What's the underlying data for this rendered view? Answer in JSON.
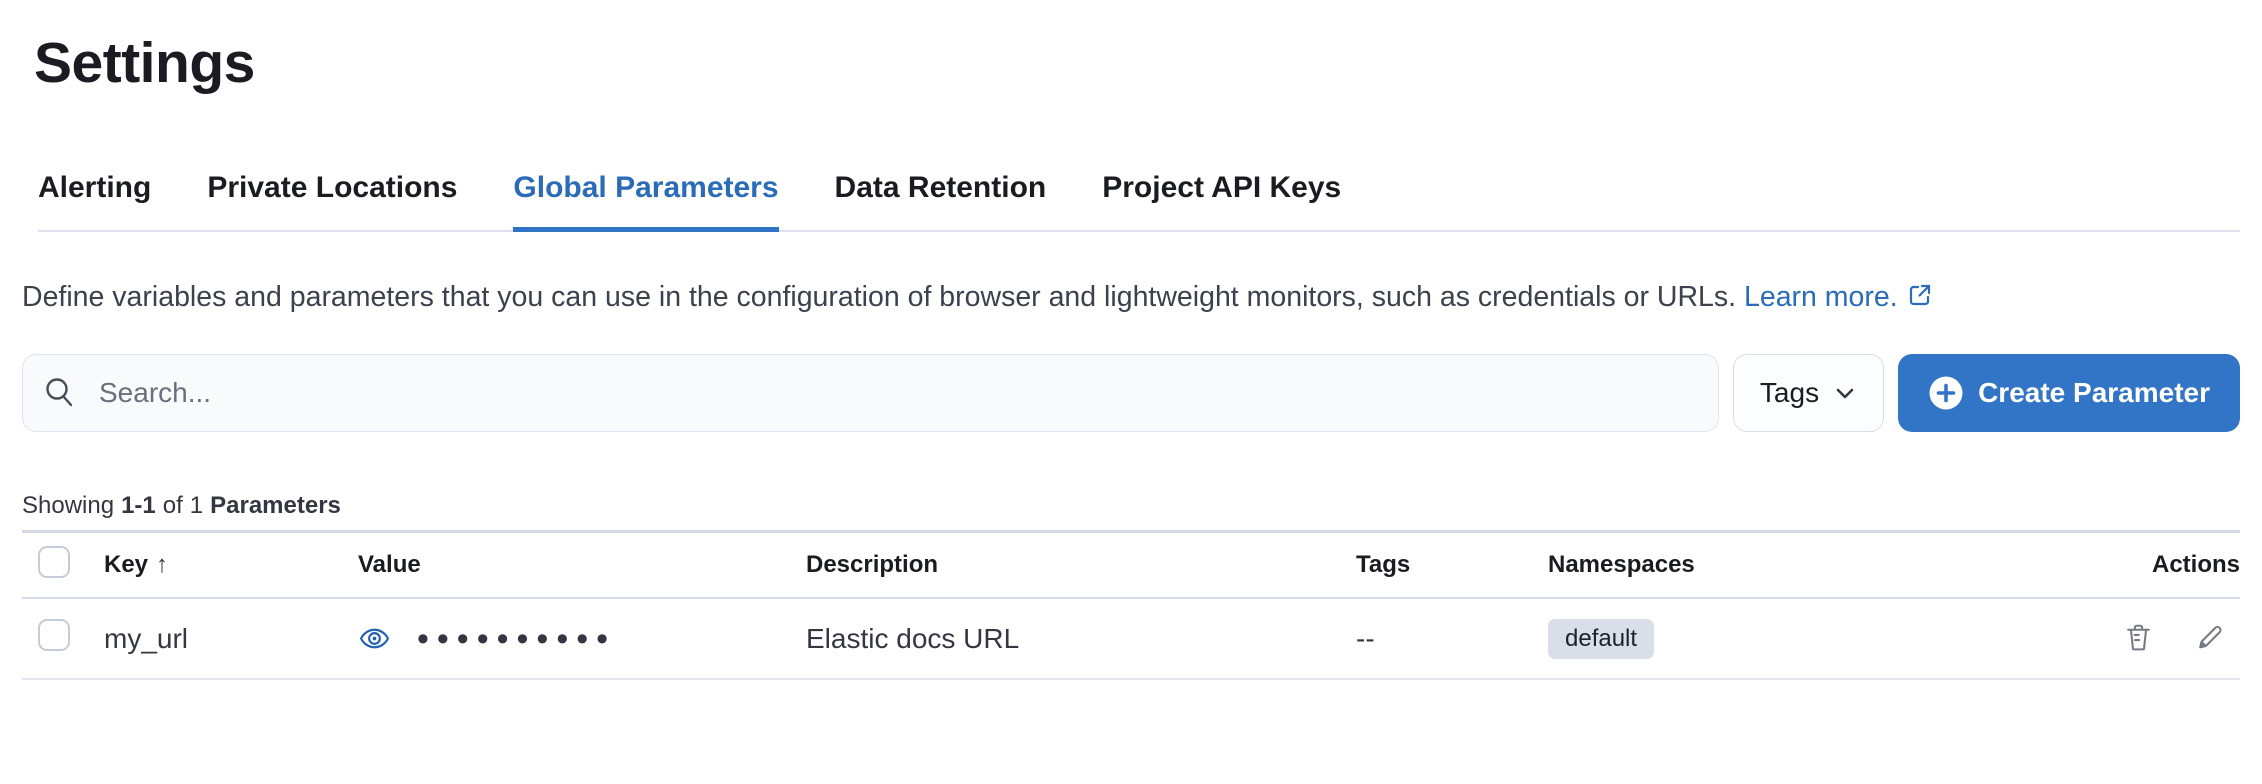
{
  "page": {
    "title": "Settings"
  },
  "tabs": [
    {
      "label": "Alerting",
      "active": false
    },
    {
      "label": "Private Locations",
      "active": false
    },
    {
      "label": "Global Parameters",
      "active": true
    },
    {
      "label": "Data Retention",
      "active": false
    },
    {
      "label": "Project API Keys",
      "active": false
    }
  ],
  "description": {
    "text": "Define variables and parameters that you can use in the configuration of browser and lightweight monitors, such as credentials or URLs.",
    "link_label": "Learn more."
  },
  "toolbar": {
    "search_placeholder": "Search...",
    "tags_filter_label": "Tags",
    "create_button_label": "Create Parameter"
  },
  "summary": {
    "prefix": "Showing",
    "range": "1-1",
    "of_word": "of",
    "total": "1",
    "entity": "Parameters"
  },
  "table": {
    "columns": [
      "Key",
      "Value",
      "Description",
      "Tags",
      "Namespaces",
      "Actions"
    ],
    "sort": {
      "column": "Key",
      "direction": "ascending",
      "arrow": "↑"
    },
    "rows": [
      {
        "key": "my_url",
        "value_masked": "••••••••••",
        "description": "Elastic docs URL",
        "tags": "--",
        "namespace": "default"
      }
    ]
  },
  "colors": {
    "primary_button": "#3274c6",
    "active_tab": "#2a6cb8",
    "link": "#2a6cb8",
    "badge_bg": "#d9dee9",
    "eye_icon": "#2260b3"
  }
}
